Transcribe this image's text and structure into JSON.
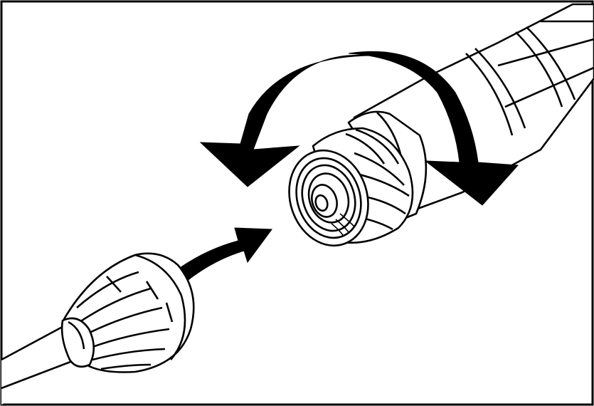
{
  "colors": {
    "ink": "#000000",
    "paper": "#ffffff"
  },
  "figure": {
    "parts": [
      "wand-handle",
      "wand-fitting",
      "hose-connector",
      "hose"
    ],
    "arrows": [
      "rotate-counterclockwise-arrow",
      "rotate-clockwise-arrow",
      "insert-arrow"
    ]
  }
}
